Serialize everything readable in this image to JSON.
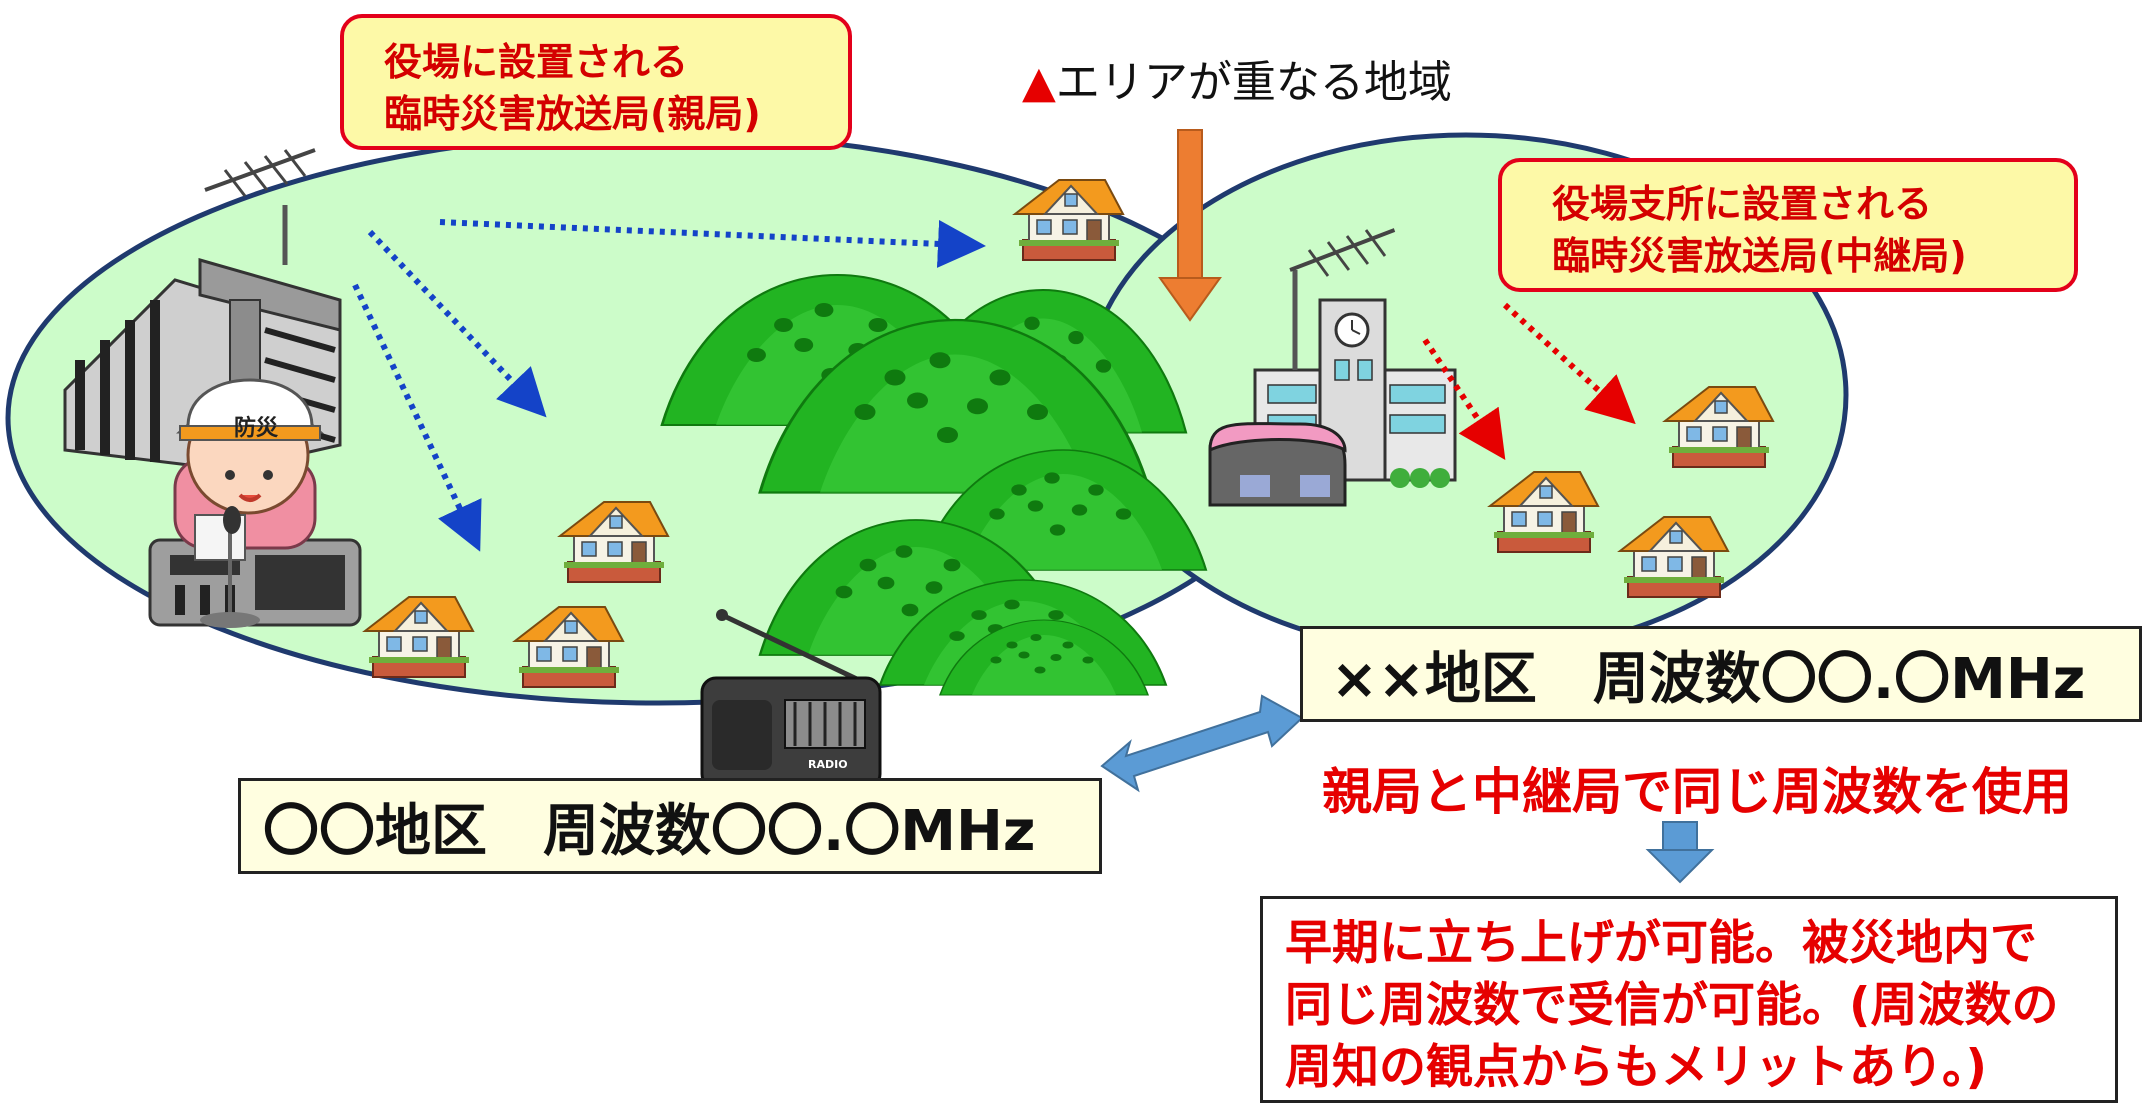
{
  "callouts": {
    "parent_station": {
      "line1": "役場に設置される",
      "line2": "臨時災害放送局(親局)"
    },
    "relay_station": {
      "line1": "役場支所に設置される",
      "line2": "臨時災害放送局(中継局)"
    }
  },
  "overlap_label": {
    "marker": "▲",
    "text": "エリアが重なる地域"
  },
  "area_left": {
    "label": "〇〇地区　周波数〇〇.〇MHz"
  },
  "area_right": {
    "label": "××地区　周波数〇〇.〇MHz"
  },
  "same_frequency_note": "親局と中継局で同じ周波数を使用",
  "conclusion": {
    "line1": "早期に立ち上げが可能。被災地内で",
    "line2": "同じ周波数で受信が可能。(周波数の",
    "line3": "周知の観点からもメリットあり。)"
  },
  "helmet_text": "防災",
  "radio_text": "RADIO",
  "colors": {
    "area_fill": "#ccfcc9",
    "area_border": "#1f3a6e",
    "callout_fill": "#fdf9a7",
    "callout_border": "#e3001a",
    "accent_red": "#e60000",
    "link_arrow": "#5b9bd5",
    "flow_arrow": "#ed7d31",
    "signal_blue": "#1443c8",
    "signal_red": "#e60000"
  },
  "icons": {
    "antenna": "antenna-icon",
    "building": "town-hall-icon",
    "announcer": "announcer-icon",
    "house": "house-icon",
    "mountain": "mountain-icon",
    "radio": "radio-icon",
    "branch_office": "branch-office-icon"
  }
}
